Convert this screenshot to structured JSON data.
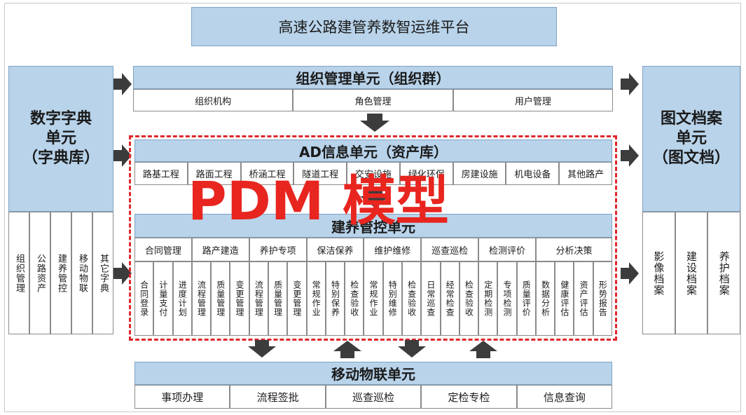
{
  "title": "高速公路建管养数智运维平台",
  "left_unit": {
    "title": "数字字典\n单元\n（字典库）",
    "items": [
      "组织管理",
      "公路资产",
      "建养管控",
      "移动物联",
      "其它字典"
    ]
  },
  "right_unit": {
    "title": "图文档案\n单元\n（图文档）",
    "items": [
      "影像档案",
      "建设档案",
      "养护档案"
    ]
  },
  "org_unit": {
    "title": "组织管理单元（组织群）",
    "items": [
      "组织机构",
      "角色管理",
      "用户管理"
    ]
  },
  "ad_unit": {
    "title": "AD信息单元（资产库）",
    "items": [
      "路基工程",
      "路面工程",
      "桥涵工程",
      "隧道工程",
      "交安设施",
      "绿化环保",
      "房建设施",
      "机电设备",
      "其他路产"
    ]
  },
  "control_unit": {
    "title": "建养管控单元",
    "groups": [
      {
        "name": "合同管理",
        "items": [
          "合同登录",
          "计量支付",
          "进度计划"
        ]
      },
      {
        "name": "路产建造",
        "items": [
          "流程管理",
          "质量管理",
          "变更管理"
        ]
      },
      {
        "name": "养护专项",
        "items": [
          "流程管理",
          "质量管理",
          "变更管理"
        ]
      },
      {
        "name": "保洁保养",
        "items": [
          "常规作业",
          "特别保养",
          "检查验收"
        ]
      },
      {
        "name": "维护维修",
        "items": [
          "常规作业",
          "特别维修",
          "检查验收"
        ]
      },
      {
        "name": "巡查巡检",
        "items": [
          "日常巡查",
          "经常检查",
          "检查验收"
        ]
      },
      {
        "name": "检测评价",
        "items": [
          "定期检测",
          "专项检测",
          "质量评价"
        ]
      },
      {
        "name": "分析决策",
        "items": [
          "数据分析",
          "健康评估",
          "资产评估",
          "形势报告"
        ]
      }
    ]
  },
  "mobile_unit": {
    "title": "移动物联单元",
    "items": [
      "事项办理",
      "流程签批",
      "巡查巡检",
      "定检专检",
      "信息查询"
    ]
  },
  "overlay_text": "PDM 模型",
  "colors": {
    "header_blue": "#b8d3ea",
    "dash_red": "#e0262b",
    "overlay_red": "#e8251f",
    "arrow": "#3c3c3c"
  }
}
